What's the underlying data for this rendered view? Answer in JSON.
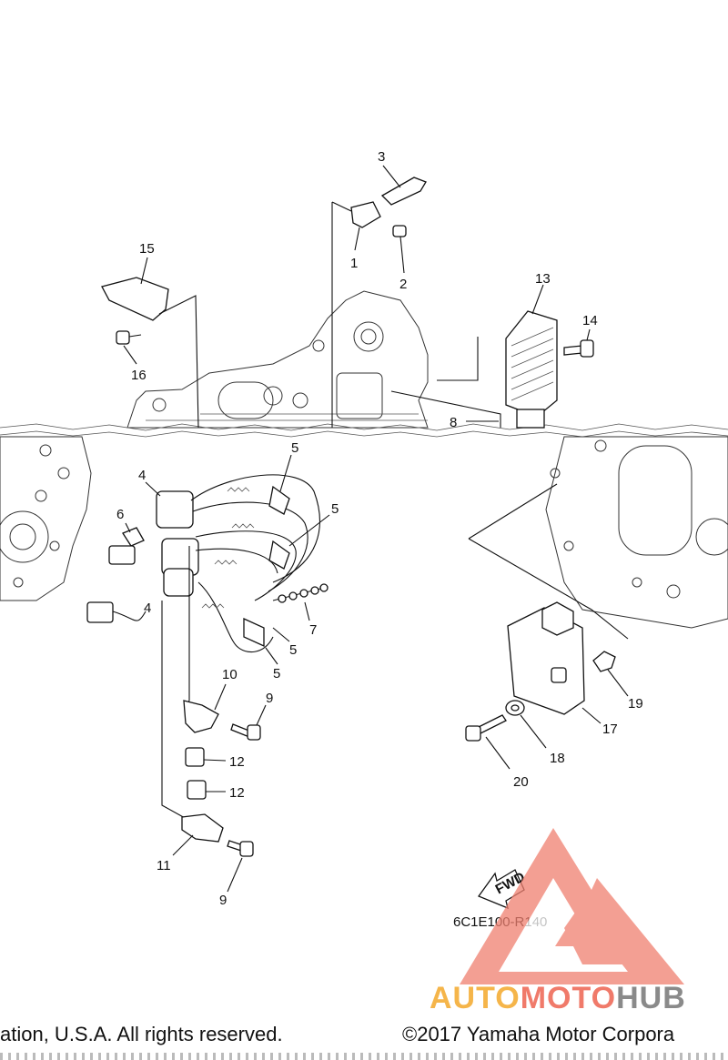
{
  "diagram": {
    "callouts": [
      "1",
      "2",
      "3",
      "4",
      "4",
      "5",
      "5",
      "5",
      "5",
      "6",
      "7",
      "8",
      "9",
      "9",
      "10",
      "11",
      "12",
      "12",
      "13",
      "14",
      "15",
      "16",
      "17",
      "18",
      "19",
      "20"
    ],
    "fwd_label": "FWD",
    "drawing_code": "6C1E100-R140"
  },
  "footer": {
    "left_text": "ation, U.S.A. All rights reserved.",
    "right_text": "©2017 Yamaha Motor Corpora"
  },
  "watermark": {
    "part1": "AUTO",
    "part2": "MOTO",
    "part3": "HUB",
    "colors": {
      "auto": "#f5b54a",
      "moto": "#f07a6a",
      "hub": "#8a8a8a",
      "triangle": "#f08070"
    }
  }
}
